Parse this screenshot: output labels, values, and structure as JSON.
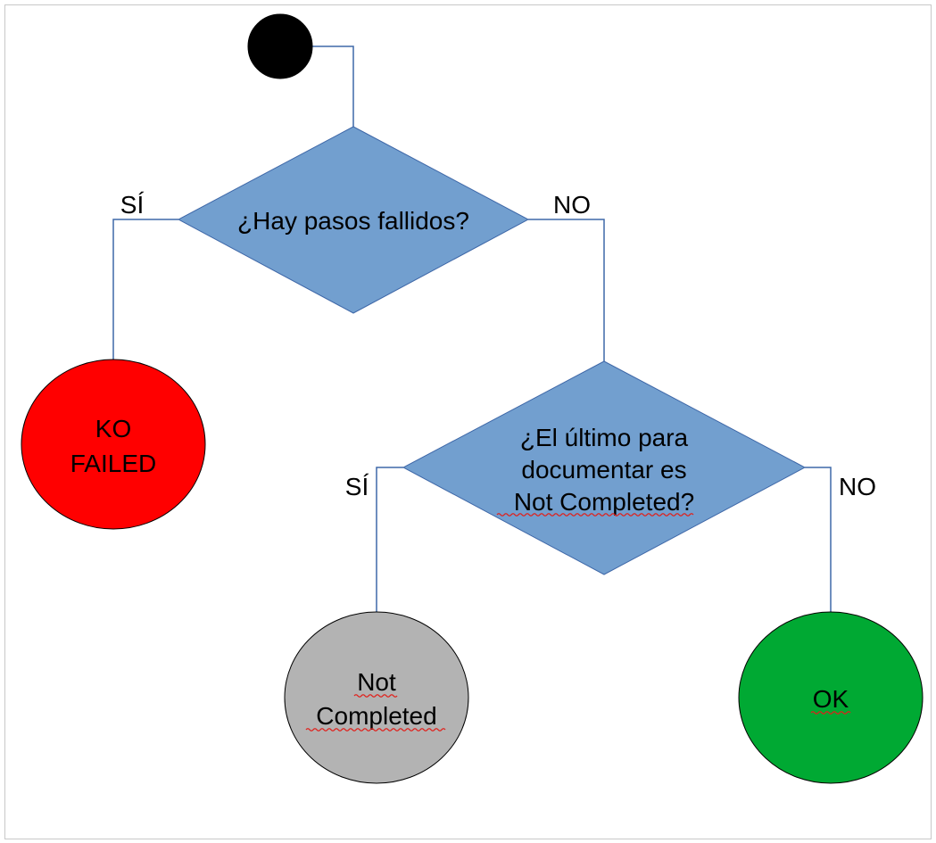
{
  "colors": {
    "start": "#000000",
    "decision": "#729fcf",
    "connector": "#3f68a8",
    "failed": "#ff0000",
    "not_completed": "#b3b3b3",
    "ok": "#00a933",
    "spellcheck": "#e0201b"
  },
  "decision1": {
    "text": "¿Hay pasos fallidos?"
  },
  "decision2": {
    "line1": "¿El último para",
    "line2": "documentar es",
    "line3": "Not Completed?"
  },
  "labels": {
    "d1_yes": "SÍ",
    "d1_no": "NO",
    "d2_yes": "SÍ",
    "d2_no": "NO"
  },
  "end_failed": {
    "line1": "KO",
    "line2": "FAILED"
  },
  "end_not_completed": {
    "line1": "Not",
    "line2": "Completed"
  },
  "end_ok": {
    "text": "OK"
  }
}
